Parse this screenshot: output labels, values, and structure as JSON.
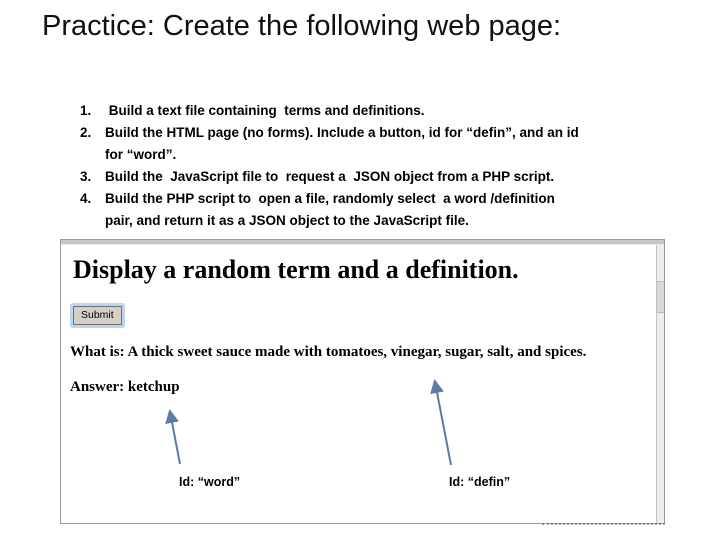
{
  "slide": {
    "title": "Practice: Create the following web page:",
    "instructions": [
      {
        "number": "1.",
        "text": " Build a text file containing  terms and definitions."
      },
      {
        "number": "2.",
        "text": "Build the HTML page (no forms). Include a button, id for “defin”, and an id\nfor “word”."
      },
      {
        "number": "3.",
        "text": "Build the  JavaScript file to  request a  JSON object from a PHP script."
      },
      {
        "number": "4.",
        "text": "Build the PHP script to  open a file, randomly select  a word /definition\npair, and return it as a JSON object to the JavaScript file."
      }
    ]
  },
  "webpage_preview": {
    "heading": "Display a random term and a definition.",
    "submit_button_label": "Submit",
    "definition_line": "What is: A thick sweet sauce made with tomatoes, vinegar, sugar, salt, and spices.",
    "answer_line": "Answer: ketchup",
    "annotations": [
      {
        "label": "Id: “word”"
      },
      {
        "label": "Id: “defin”"
      }
    ],
    "colors": {
      "arrow": "#5b7ca9",
      "button_face": "#d4d0c8",
      "button_focus_ring": "#bdd5ef"
    }
  }
}
